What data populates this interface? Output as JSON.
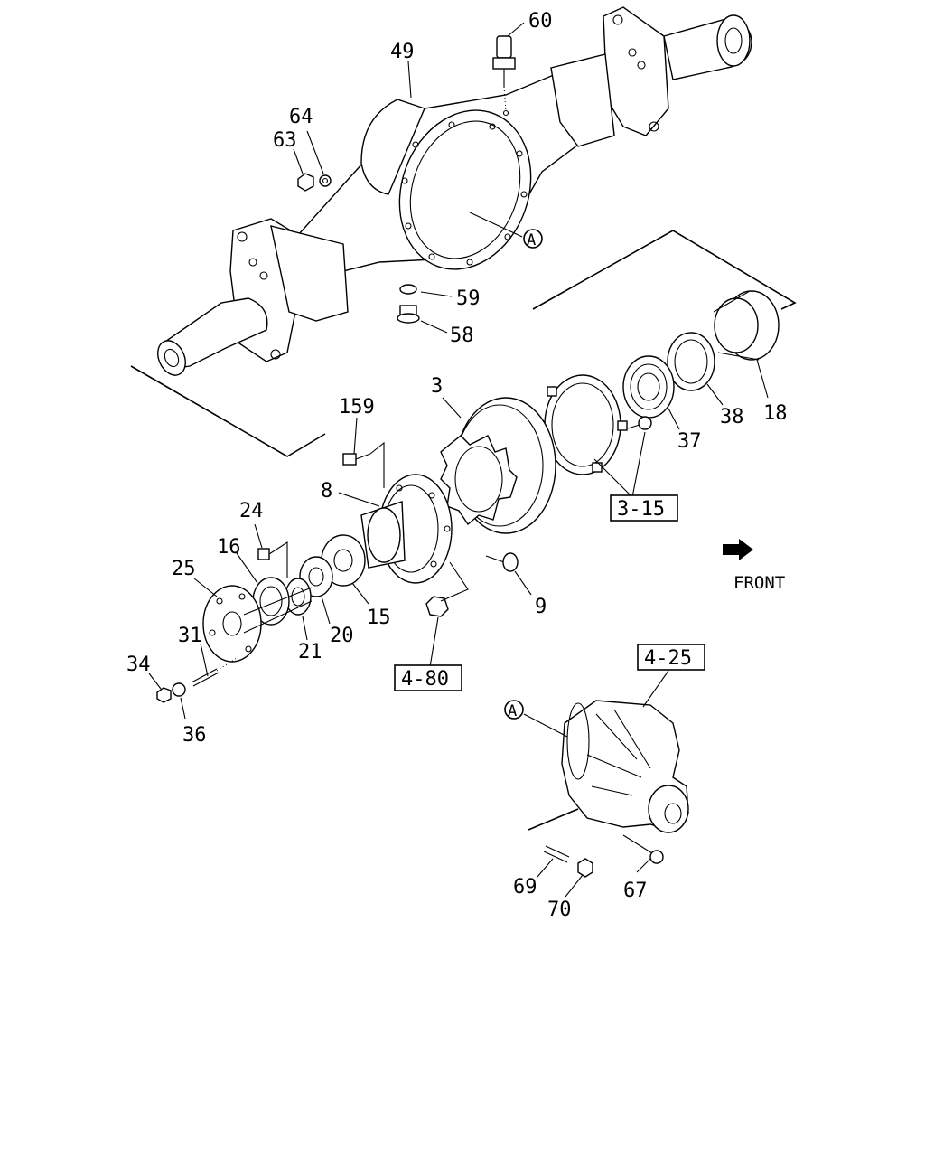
{
  "callouts": {
    "p60": "60",
    "p49": "49",
    "p64": "64",
    "p63": "63",
    "pA1": "A",
    "p59": "59",
    "p58": "58",
    "p3": "3",
    "p159": "159",
    "p8": "8",
    "p37": "37",
    "p38": "38",
    "p18": "18",
    "p24": "24",
    "p16": "16",
    "p25": "25",
    "p31": "31",
    "p34": "34",
    "p36": "36",
    "p21": "21",
    "p20": "20",
    "p15": "15",
    "p9": "9",
    "p69": "69",
    "p70": "70",
    "p67": "67",
    "pA2": "A"
  },
  "boxes": {
    "b315": "3-15",
    "b480": "4-80",
    "b425": "4-25"
  },
  "front_label": "FRONT"
}
